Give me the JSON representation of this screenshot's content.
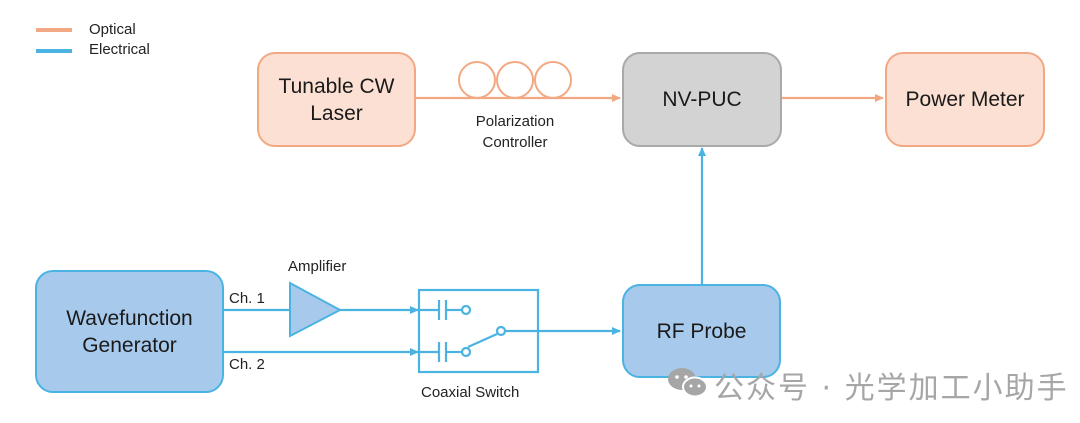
{
  "colors": {
    "optical": "#f2a882",
    "electrical": "#4ab3e2",
    "optical_fill": "#fbe0d3",
    "electrical_fill": "#a7c9ec",
    "device_fill": "#d3d3d3"
  },
  "legend": {
    "items": [
      {
        "label": "Optical",
        "type": "optical"
      },
      {
        "label": "Electrical",
        "type": "electrical"
      }
    ]
  },
  "blocks": {
    "laser": {
      "line1": "Tunable CW",
      "line2": "Laser"
    },
    "nvpuc": {
      "label": "NV-PUC"
    },
    "power_meter": {
      "label": "Power Meter"
    },
    "wavegen": {
      "line1": "Wavefunction",
      "line2": "Generator"
    },
    "rf_probe": {
      "label": "RF Probe"
    }
  },
  "components": {
    "polarization_controller": {
      "line1": "Polarization",
      "line2": "Controller"
    },
    "amplifier": {
      "label": "Amplifier"
    },
    "coaxial_switch": {
      "label": "Coaxial Switch"
    }
  },
  "channels": {
    "ch1": "Ch. 1",
    "ch2": "Ch. 2"
  },
  "connections": [
    {
      "from": "Tunable CW Laser",
      "to": "NV-PUC",
      "via": "Polarization Controller",
      "type": "optical"
    },
    {
      "from": "NV-PUC",
      "to": "Power Meter",
      "type": "optical"
    },
    {
      "from": "Wavefunction Generator Ch. 1",
      "to": "Coaxial Switch",
      "via": "Amplifier",
      "type": "electrical"
    },
    {
      "from": "Wavefunction Generator Ch. 2",
      "to": "Coaxial Switch",
      "type": "electrical"
    },
    {
      "from": "Coaxial Switch",
      "to": "RF Probe",
      "type": "electrical"
    },
    {
      "from": "RF Probe",
      "to": "NV-PUC",
      "type": "electrical"
    }
  ],
  "watermark": {
    "text": "公众号 · 光学加工小助手"
  }
}
